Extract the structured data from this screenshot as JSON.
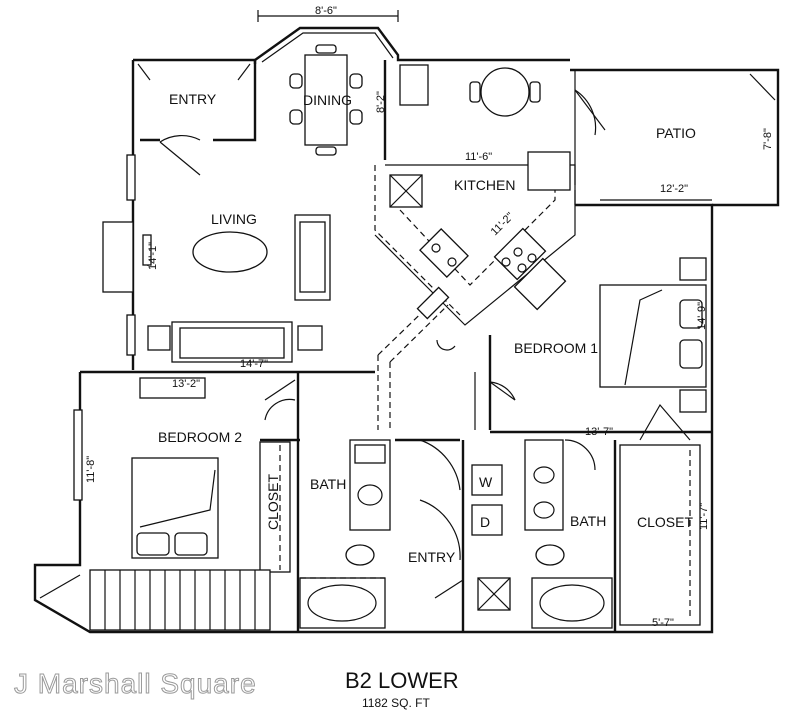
{
  "watermark": "J Marshall Square",
  "plan": {
    "name": "B2 LOWER",
    "area": "1182 SQ. FT"
  },
  "rooms": {
    "entry_top": "ENTRY",
    "dining": "DINING",
    "kitchen": "KITCHEN",
    "patio": "PATIO",
    "living": "LIVING",
    "bedroom1": "BEDROOM 1",
    "bedroom2": "BEDROOM 2",
    "closet_left": "CLOSET",
    "bath_left": "BATH",
    "entry_bottom": "ENTRY",
    "bath_right": "BATH",
    "closet_right": "CLOSET",
    "washer": "W",
    "dryer": "D"
  },
  "dimensions": {
    "dining_width": "8'-6\"",
    "dining_depth": "8'-2\"",
    "kitchen_width": "11'-6\"",
    "kitchen_diag": "11'-2\"",
    "patio_width": "12'-2\"",
    "patio_depth": "7'-8\"",
    "living_depth": "14'-1\"",
    "living_width": "14'-7\"",
    "bedroom1_depth": "14'-9\"",
    "bedroom1_width": "13'-7\"",
    "bedroom2_width": "13'-2\"",
    "bedroom2_depth": "11'-8\"",
    "closet_right_depth": "11'-7\"",
    "closet_right_width": "5'-7\""
  }
}
